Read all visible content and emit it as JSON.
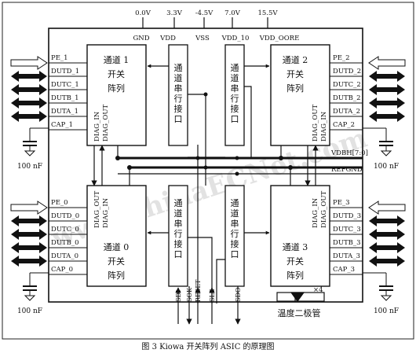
{
  "supply_labels": [
    "0.0V",
    "3.3V",
    "-4.5V",
    "7.0V",
    "15.5V"
  ],
  "pin_labels": [
    "GND",
    "VDD",
    "VSS",
    "VDD_10",
    "VDD_OORE"
  ],
  "channels": {
    "ch1": {
      "title": "通道 1",
      "l2": "开关",
      "l3": "阵列",
      "pe": "PE_1",
      "dut": [
        "DUTD_1",
        "DUTC_1",
        "DUTB_1",
        "DUTA_1"
      ],
      "cap": "CAP_1",
      "diag_in": "DIAG_IN",
      "diag_out": "DIAG_OUT"
    },
    "ch2": {
      "title": "通道 2",
      "l2": "开关",
      "l3": "阵列",
      "pe": "PE_2",
      "dut": [
        "DUTD_2",
        "DUTC_2",
        "DUTB_2",
        "DUTA_2"
      ],
      "cap": "CAP_2",
      "diag_in": "DIAG_IN",
      "diag_out": "DIAG_OUT"
    },
    "ch0": {
      "title": "通道 0",
      "l2": "开关",
      "l3": "阵列",
      "pe": "PE_0",
      "dut": [
        "DUTD_0",
        "DUTC_0",
        "DUTB_0",
        "DUTA_0"
      ],
      "cap": "CAP_0",
      "diag_in": "DIAG_IN",
      "diag_out": "DIAG_OUT"
    },
    "ch3": {
      "title": "通道 3",
      "l2": "开关",
      "l3": "阵列",
      "pe": "PE_3",
      "dut": [
        "DUTD_3",
        "DUTC_3",
        "DUTB_3",
        "DUTA_3"
      ],
      "cap": "CAP_3",
      "diag_in": "DIAG_IN",
      "diag_out": "DIAG_OUT"
    }
  },
  "serial_label": "通道串行接口",
  "bus_labels": {
    "vdbh": "VDBH[7:0]",
    "refgnd": "REFGND"
  },
  "control_pins": [
    "SDI",
    "SOK",
    "RESET",
    "SLE",
    "SDO"
  ],
  "cap_value": "100 nF",
  "diode_label": "温度二极管",
  "diode_count": "×4",
  "caption": "图 3   Kiowa 开关阵列 ASIC 的原理图",
  "watermark": "www.ChinaECNet.com"
}
